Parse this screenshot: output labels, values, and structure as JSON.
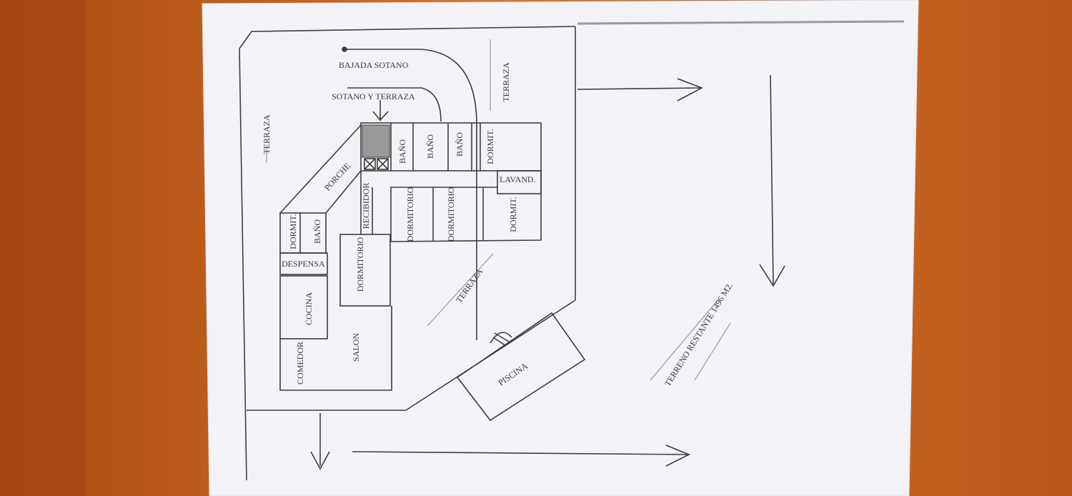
{
  "colors": {
    "table_wood": "#c8661e",
    "table_wood_light": "#e08a3a",
    "paper": "#f4f4f8",
    "ink": "#3a3a3a"
  },
  "labels": {
    "bajada_sotano": "BAJADA SOTANO",
    "sotano_terraza": "SOTANO Y TERRAZA",
    "terraza_top": "TERRAZA",
    "terraza_left": "TERRAZA",
    "terraza_mid": "TERRAZA",
    "porche": "PORCHE",
    "recibidor": "RECIBIDOR",
    "bano_1": "BAÑO",
    "bano_2": "BAÑO",
    "bano_3": "BAÑO",
    "bano_4": "BAÑO",
    "dormit_top": "DORMIT.",
    "lavand": "LAVAND.",
    "dormitorio_1": "DORMITORIO",
    "dormitorio_2": "DORMITORIO",
    "dormit_right": "DORMIT.",
    "dormit_left": "DORMIT.",
    "despensa": "DESPENSA",
    "dormitorio_3": "DORMITORIO",
    "cocina": "COCINA",
    "comedor": "COMEDOR",
    "salon": "SALON",
    "piscina": "PISCINA",
    "terreno": "TERRENO RESTANTE 1496 M2."
  }
}
